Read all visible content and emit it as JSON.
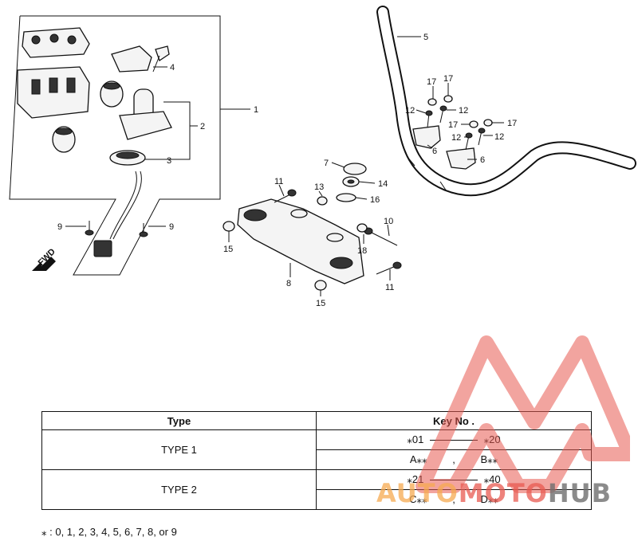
{
  "diagram": {
    "callouts": {
      "c1": "1",
      "c2": "2",
      "c3": "3",
      "c4": "4",
      "c5": "5",
      "c6": "6",
      "c7": "7",
      "c8": "8",
      "c9": "9",
      "c10": "10",
      "c11": "11",
      "c12": "12",
      "c13": "13",
      "c14": "14",
      "c15": "15",
      "c16": "16",
      "c17": "17",
      "c18": "18"
    },
    "fwd_label": "FWD"
  },
  "key_table": {
    "header_type": "Type",
    "header_key": "Key No .",
    "rows": [
      {
        "type": "TYPE 1",
        "line1_a": "⁎01",
        "line1_b": "⁎20",
        "line2_a": "A⁎⁎",
        "line2_sep": ",",
        "line2_b": "B⁎⁎"
      },
      {
        "type": "TYPE 2",
        "line1_a": "⁎21",
        "line1_b": "⁎40",
        "line2_a": "C⁎⁎",
        "line2_sep": ",",
        "line2_b": "D⁎⁎"
      }
    ]
  },
  "footnote": "⁎ : 0, 1, 2, 3, 4, 5, 6, 7, 8, or 9",
  "watermark": {
    "part_a": "AUTO",
    "part_b": "MOTO",
    "part_c": "HUB",
    "color_orange": "#f6aa50",
    "color_red": "#e85a50"
  }
}
